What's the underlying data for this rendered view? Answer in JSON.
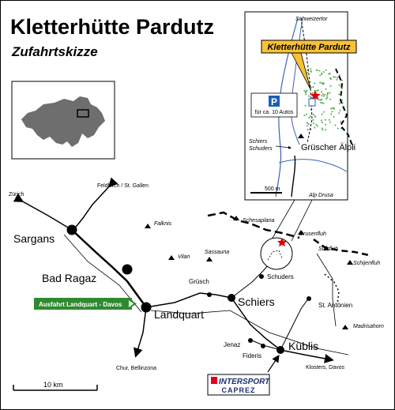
{
  "title": "Kletterhütte Pardutz",
  "subtitle": "Zufahrtskizze",
  "colors": {
    "highlight": "#f7c236",
    "green_sign": "#2f8a2f",
    "parking_blue": "#1a5fb4",
    "river_blue": "#3a63b8",
    "forest_green": "#4caf50",
    "red_marker": "#e00000",
    "country_gray": "#6e6e6e",
    "intersport_blue": "#1b2f6e",
    "intersport_red": "#e2001a"
  },
  "inset": {
    "hut_label": "Kletterhütte Pardutz",
    "pass_label": "Schweizertor",
    "parking_icon": "P",
    "parking_text": "für ca. 10 Autos",
    "villages_label_1": "Schiers",
    "villages_label_2": "Schuders",
    "alp_label": "Grüscher Älpli",
    "scale_label": "500 m",
    "bottom_label": "Alp Drusa"
  },
  "towns": {
    "sargans": "Sargans",
    "bad_ragaz": "Bad Ragaz",
    "landquart": "Landquart",
    "schiers": "Schiers",
    "kueblis": "Küblis",
    "gruesch": "Grüsch",
    "schuders": "Schuders",
    "st_antoenien": "St. Antönien",
    "jenaz": "Jenaz",
    "fideris": "Fideris"
  },
  "directions": {
    "zuerich": "Zürich",
    "feldkirch": "Feldkirch / St. Gallen",
    "chur": "Chur, Bellinzona",
    "klosters": "Klosters, Davos"
  },
  "peaks": {
    "falknis": "Falknis",
    "vilan": "Vilan",
    "sassauna": "Sassauna",
    "schesaplana": "Schesaplana",
    "drusenfluh": "Drusenfluh",
    "sulzfluh": "Sulzfluh",
    "schijenfluh": "Schijenfluh",
    "madrisahorn": "Madrisahorn"
  },
  "highway_exit": "Ausfahrt Landquart - Davos",
  "scale": "10 km",
  "sponsor": {
    "brand": "INTERSPORT",
    "shop": "CAPREZ"
  }
}
